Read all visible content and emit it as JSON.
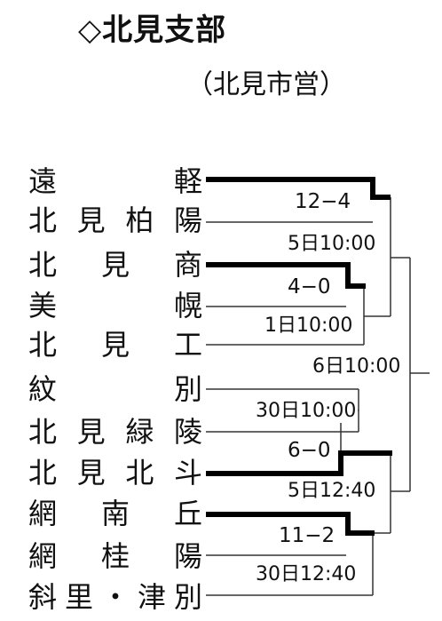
{
  "header": {
    "title": "◇北見支部",
    "venue": "（北見市営）"
  },
  "teams": [
    [
      "遠",
      "軽"
    ],
    [
      "北",
      "見",
      "柏",
      "陽"
    ],
    [
      "北",
      "見",
      "商"
    ],
    [
      "美",
      "幌"
    ],
    [
      "北",
      "見",
      "工"
    ],
    [
      "紋",
      "別"
    ],
    [
      "北",
      "見",
      "緑",
      "陵"
    ],
    [
      "北",
      "見",
      "北",
      "斗"
    ],
    [
      "網",
      "南",
      "丘"
    ],
    [
      "網",
      "桂",
      "陽"
    ],
    [
      "斜",
      "里",
      "・",
      "津",
      "別"
    ]
  ],
  "matches": [
    {
      "score": "12−4",
      "schedule": "5日10:00"
    },
    {
      "score": "4−0",
      "schedule": "1日10:00"
    },
    {
      "score": "6−0",
      "schedule": "5日12:40"
    },
    {
      "score": "11−2",
      "schedule": "30日12:40"
    }
  ],
  "other_schedules": {
    "semifinal": "6日10:00",
    "first_round": "30日10:00"
  },
  "colors": {
    "text": "#111111",
    "winner_line": "#000000",
    "line": "#333333"
  }
}
